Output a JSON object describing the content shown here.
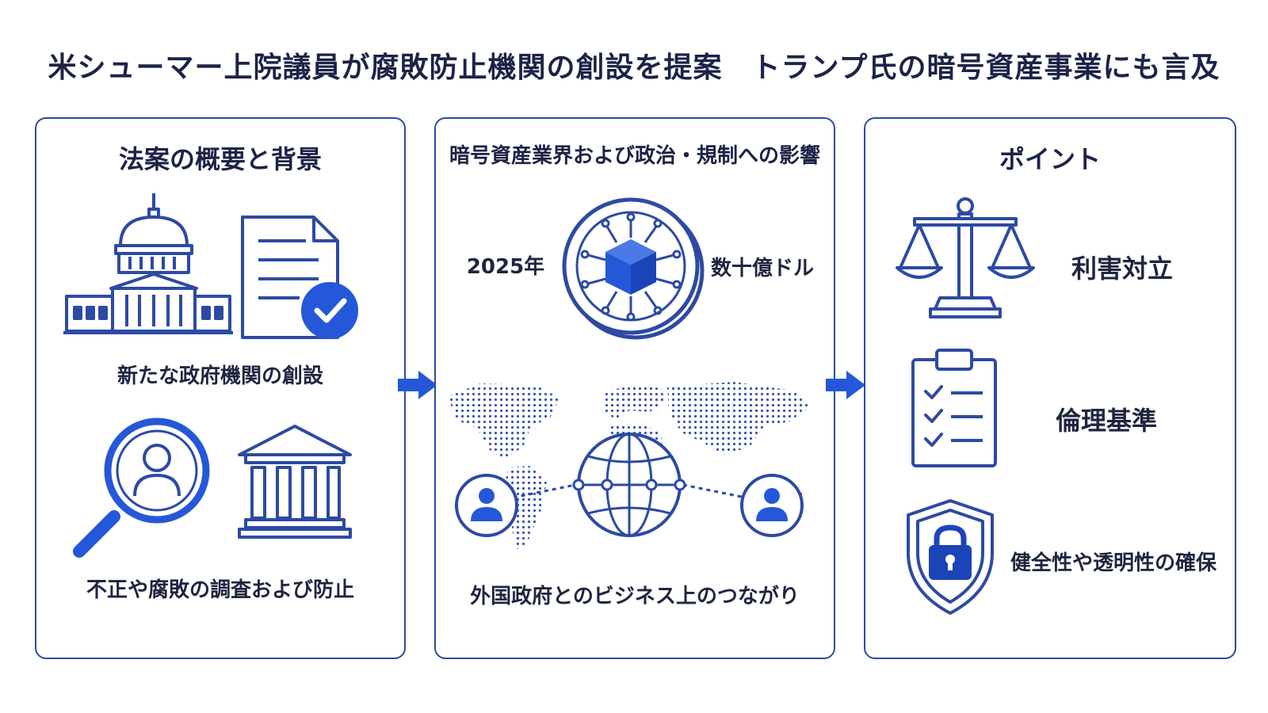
{
  "title": "米シューマー上院議員が腐敗防止機関の創設を提案　トランプ氏の暗号資産事業にも言及",
  "panels": {
    "overview": {
      "title": "法案の概要と背景",
      "label_new_agency": "新たな政府機関の創設",
      "label_investigation": "不正や腐敗の調査および防止"
    },
    "impact": {
      "title": "暗号資産業界および政治・規制への影響",
      "label_year": "2025年",
      "label_amount": "数十億ドル",
      "label_business": "外国政府とのビジネス上のつながり"
    },
    "points": {
      "title": "ポイント",
      "items": [
        {
          "label": "利害対立",
          "icon": "scales-icon"
        },
        {
          "label": "倫理基準",
          "icon": "clipboard-checklist-icon"
        },
        {
          "label": "健全性や透明性の確保",
          "icon": "shield-lock-icon"
        }
      ]
    }
  },
  "colors": {
    "primary": "#2d4aa3",
    "accent": "#2558d8",
    "text": "#1c2346"
  }
}
